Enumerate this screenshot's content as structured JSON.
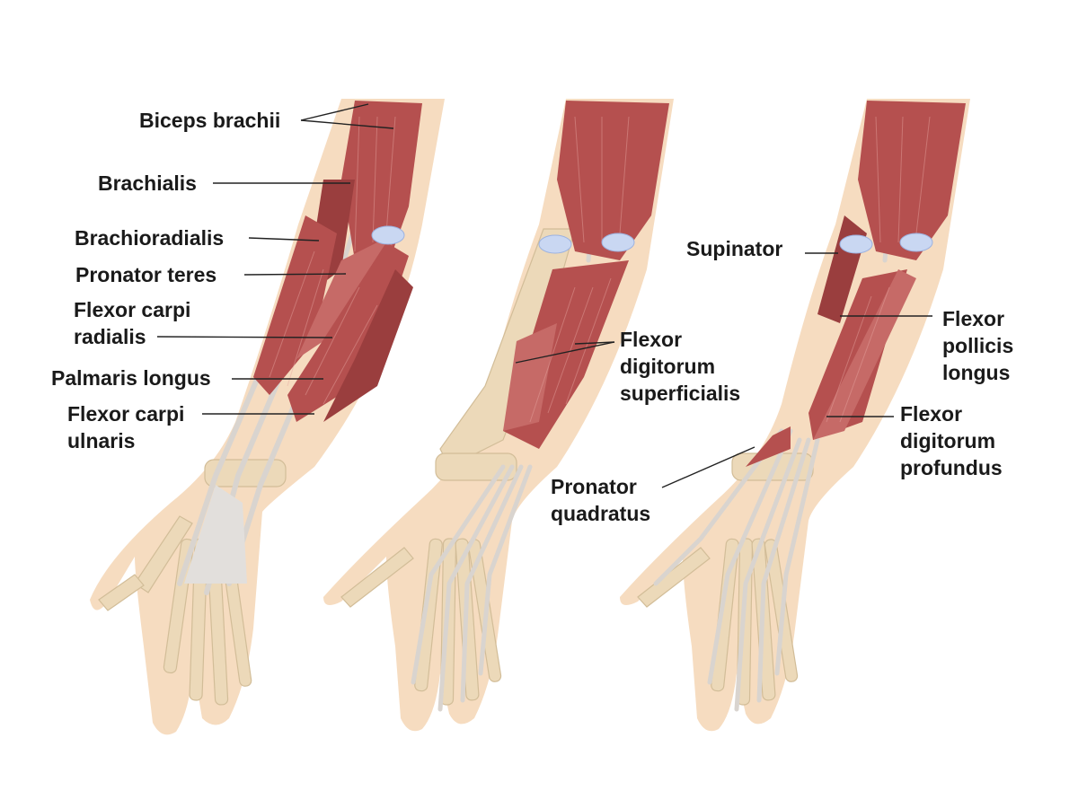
{
  "labels": {
    "biceps_brachii": "Biceps brachii",
    "brachialis": "Brachialis",
    "brachioradialis": "Brachioradialis",
    "pronator_teres": "Pronator teres",
    "flexor_carpi_radialis": [
      "Flexor carpi",
      "radialis"
    ],
    "palmaris_longus": "Palmaris longus",
    "flexor_carpi_ulnaris": [
      "Flexor carpi",
      "ulnaris"
    ],
    "flexor_digitorum_superficialis": [
      "Flexor",
      "digitorum",
      "superficialis"
    ],
    "supinator": "Supinator",
    "flexor_pollicis_longus": [
      "Flexor",
      "pollicis",
      "longus"
    ],
    "flexor_digitorum_profundus": [
      "Flexor",
      "digitorum",
      "profundus"
    ],
    "pronator_quadratus": [
      "Pronator",
      "quadratus"
    ]
  },
  "colors": {
    "muscle": "#b5504f",
    "skin": "#f6dcc0",
    "bone": "#ecd9b9",
    "tendon": "#d9d4cf",
    "cartilage": "#c9d7f2"
  }
}
